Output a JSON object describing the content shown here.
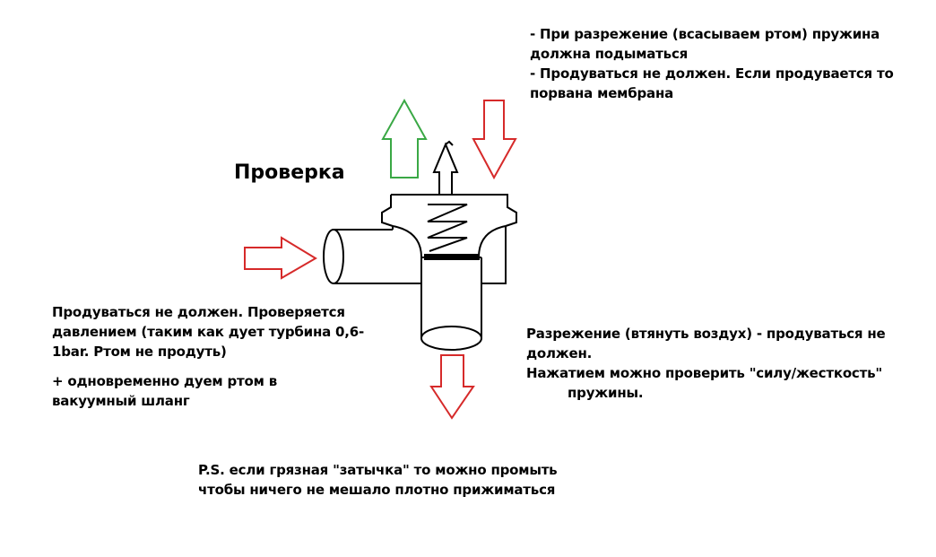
{
  "title": "Проверка",
  "notes": {
    "top_right": {
      "line1": "- При разрежение (всасываем ртом) пружина",
      "line2": "должна подыматься",
      "line3": "- Продуваться не должен. Если продувается то",
      "line4": "порвана мембрана"
    },
    "left": {
      "line1": "Продуваться не должен. Проверяется",
      "line2": "давлением (таким как дует турбина 0,6-",
      "line3": "1bar. Ртом не продуть)",
      "line4": "+ одновременно дуем ртом в",
      "line5": "вакуумный шланг"
    },
    "right": {
      "line1": "Разрежение (втянуть воздух) - продуваться не",
      "line2": "должен.",
      "line3": "Нажатием можно проверить \"силу/жесткость\"",
      "line4": "пружины."
    },
    "bottom": {
      "line1": "P.S. если грязная \"затычка\" то можно промыть",
      "line2": "чтобы ничего не мешало плотно прижиматься"
    }
  },
  "colors": {
    "arrow_red": "#d62a2a",
    "arrow_green": "#3aa845",
    "outline": "#000000"
  }
}
